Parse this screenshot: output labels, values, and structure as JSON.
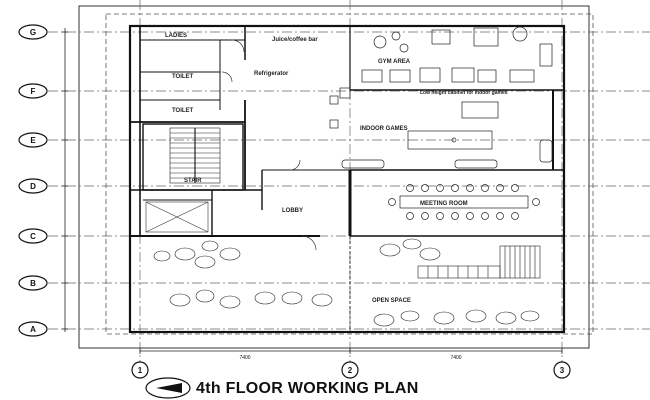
{
  "plan_title": "4th FLOOR WORKING PLAN",
  "grid_rows": [
    "G",
    "F",
    "E",
    "D",
    "C",
    "B",
    "A"
  ],
  "grid_cols": [
    "1",
    "2",
    "3"
  ],
  "dimensions": {
    "span_1_2": "7400",
    "span_2_3": "7400"
  },
  "rooms": {
    "ladies": "LADIES",
    "toilet_a": "TOILET",
    "toilet_b": "TOILET",
    "juice": "Juice/coffee bar",
    "refrigerator": "Refrigerator",
    "gym": "GYM AREA",
    "low_height": "Low height cabinet for indoor games",
    "indoor_games": "INDOOR GAMES",
    "stair": "STAIR",
    "lobby": "LOBBY",
    "meeting": "MEETING ROOM",
    "open_space": "OPEN SPACE"
  },
  "icons": {
    "north_arrow": "north-arrow-icon"
  }
}
